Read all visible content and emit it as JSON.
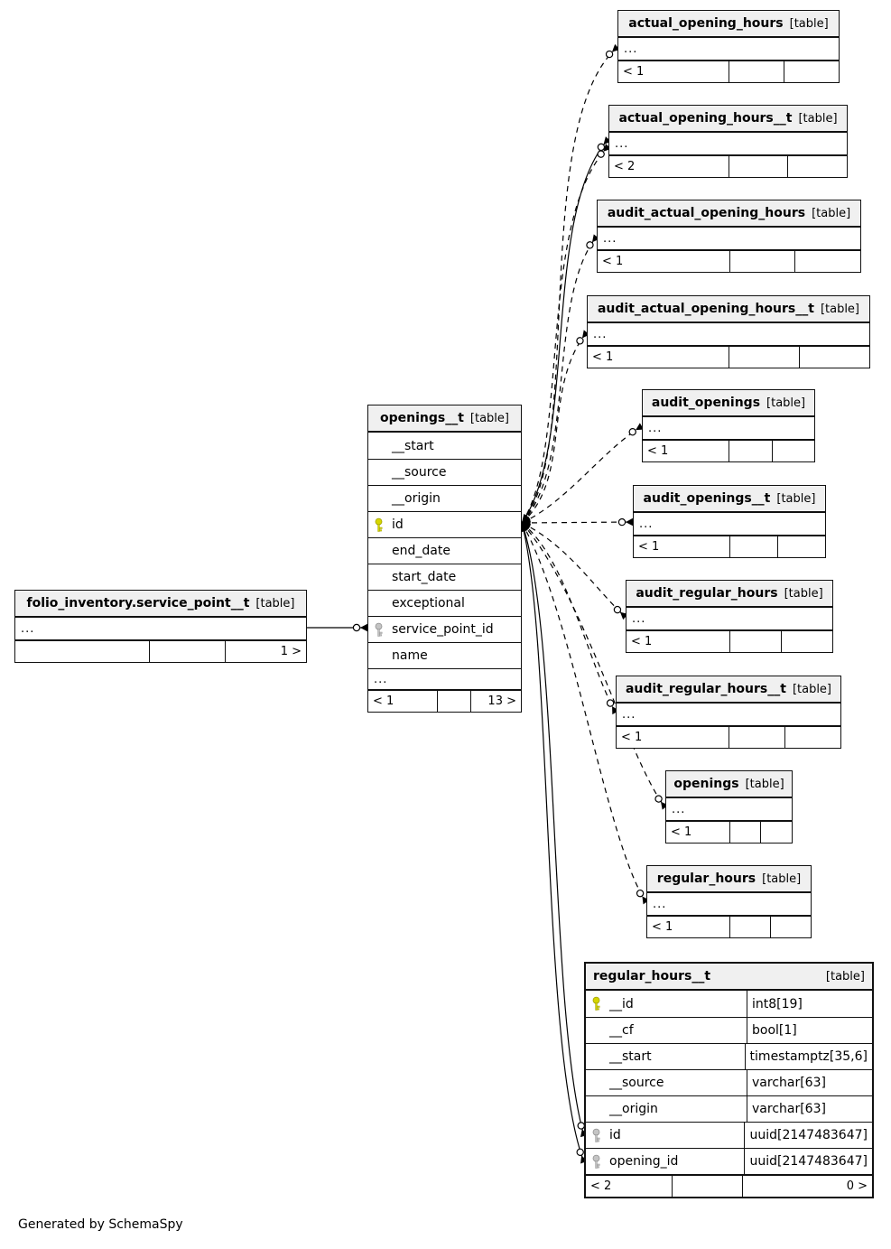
{
  "labels": {
    "table_tag": "[table]",
    "ellipsis": "...",
    "generated_by": "Generated by SchemaSpy"
  },
  "colors": {
    "header_bg": "#f0f0f0",
    "pk_key": "#d6d600",
    "fk_key": "#c4c4c4",
    "line": "#000000"
  },
  "service_point_table": {
    "name": "folio_inventory.service_point__t",
    "footer_out": "1 >"
  },
  "openings_t_table": {
    "name": "openings__t",
    "footer_in": "< 1",
    "footer_out": "13 >",
    "columns": [
      {
        "name": "__start"
      },
      {
        "name": "__source"
      },
      {
        "name": "__origin"
      },
      {
        "name": "id",
        "key": "primary"
      },
      {
        "name": "end_date"
      },
      {
        "name": "start_date"
      },
      {
        "name": "exceptional"
      },
      {
        "name": "service_point_id",
        "key": "foreign"
      },
      {
        "name": "name"
      }
    ]
  },
  "related_tables": [
    {
      "name": "actual_opening_hours",
      "footer_in": "< 1"
    },
    {
      "name": "actual_opening_hours__t",
      "footer_in": "< 2"
    },
    {
      "name": "audit_actual_opening_hours",
      "footer_in": "< 1"
    },
    {
      "name": "audit_actual_opening_hours__t",
      "footer_in": "< 1"
    },
    {
      "name": "audit_openings",
      "footer_in": "< 1"
    },
    {
      "name": "audit_openings__t",
      "footer_in": "< 1"
    },
    {
      "name": "audit_regular_hours",
      "footer_in": "< 1"
    },
    {
      "name": "audit_regular_hours__t",
      "footer_in": "< 1"
    },
    {
      "name": "openings",
      "footer_in": "< 1"
    },
    {
      "name": "regular_hours",
      "footer_in": "< 1"
    }
  ],
  "regular_hours_t_table": {
    "name": "regular_hours__t",
    "footer_in": "< 2",
    "footer_out": "0 >",
    "columns": [
      {
        "name": "__id",
        "type": "int8[19]",
        "key": "primary"
      },
      {
        "name": "__cf",
        "type": "bool[1]"
      },
      {
        "name": "__start",
        "type": "timestamptz[35,6]"
      },
      {
        "name": "__source",
        "type": "varchar[63]"
      },
      {
        "name": "__origin",
        "type": "varchar[63]"
      },
      {
        "name": "id",
        "type": "uuid[2147483647]",
        "key": "foreign"
      },
      {
        "name": "opening_id",
        "type": "uuid[2147483647]",
        "key": "foreign"
      }
    ]
  }
}
